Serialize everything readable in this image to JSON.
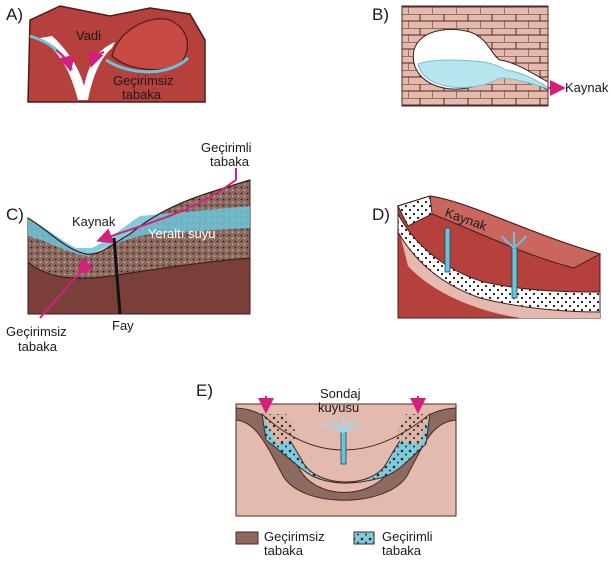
{
  "panels": {
    "a": {
      "letter": "A)",
      "vadi": "Vadi",
      "impermeable_1": "Geçirimsiz",
      "impermeable_2": "tabaka"
    },
    "b": {
      "letter": "B)",
      "spring": "Kaynak"
    },
    "c": {
      "letter": "C)",
      "permeable_1": "Geçirimli",
      "permeable_2": "tabaka",
      "spring": "Kaynak",
      "groundwater": "Yeraltı suyu",
      "impermeable_1": "Geçirimsiz",
      "impermeable_2": "tabaka",
      "fault": "Fay"
    },
    "d": {
      "letter": "D)",
      "spring": "Kaynak"
    },
    "e": {
      "letter": "E)",
      "well_1": "Sondaj",
      "well_2": "kuyusu"
    }
  },
  "legend": {
    "impermeable_1": "Geçirimsiz",
    "impermeable_2": "tabaka",
    "permeable_1": "Geçirimli",
    "permeable_2": "tabaka"
  },
  "colors": {
    "rock_red": "#b5403c",
    "rock_dark": "#7a2a28",
    "soil_brown": "#8c6a5f",
    "pale_pink": "#e4b9ae",
    "water": "#6cc3d8",
    "water_light": "#b8e4ef",
    "arrow": "#d4207a"
  }
}
